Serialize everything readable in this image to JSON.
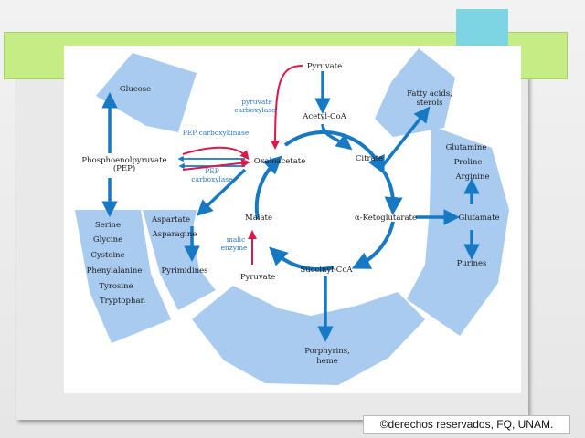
{
  "diagram": {
    "center": {
      "pyruvate_top": "Pyruvate",
      "acetyl_coa": "Acetyl-CoA",
      "citrate": "Citrate",
      "oxaloacetate": "Oxaloacetate",
      "alpha_ketoglutarate": "α-Ketoglutarate",
      "succinyl_coa": "Succinyl-CoA",
      "malate": "Malate",
      "pyruvate_bottom": "Pyruvate"
    },
    "enzymes": {
      "pyruvate_carboxylase_1": "pyruvate",
      "pyruvate_carboxylase_2": "carboxylase",
      "pep_carboxykinase": "PEP carboxykinase",
      "pep_carboxylase_1": "PEP",
      "pep_carboxylase_2": "carboxylase",
      "malic_enzyme_1": "malic",
      "malic_enzyme_2": "enzyme"
    },
    "left": {
      "pep_1": "Phosphoenolpyruvate",
      "pep_2": "(PEP)",
      "glucose": "Glucose",
      "amino_acids": [
        "Serine",
        "Glycine",
        "Cysteine",
        "Phenylalanine",
        "Tyrosine",
        "Tryptophan"
      ],
      "aspartate": "Aspartate",
      "asparagine": "Asparagine",
      "pyrimidines": "Pyrimidines"
    },
    "right": {
      "fatty_acids_1": "Fatty acids,",
      "fatty_acids_2": "sterols",
      "glutamine": "Glutamine",
      "proline": "Proline",
      "arginine": "Arginine",
      "glutamate": "Glutamate",
      "purines": "Purines"
    },
    "bottom": {
      "porphyrins_1": "Porphyrins,",
      "porphyrins_2": "heme"
    }
  },
  "footer": {
    "copyright": "©derechos reservados, FQ, UNAM."
  }
}
